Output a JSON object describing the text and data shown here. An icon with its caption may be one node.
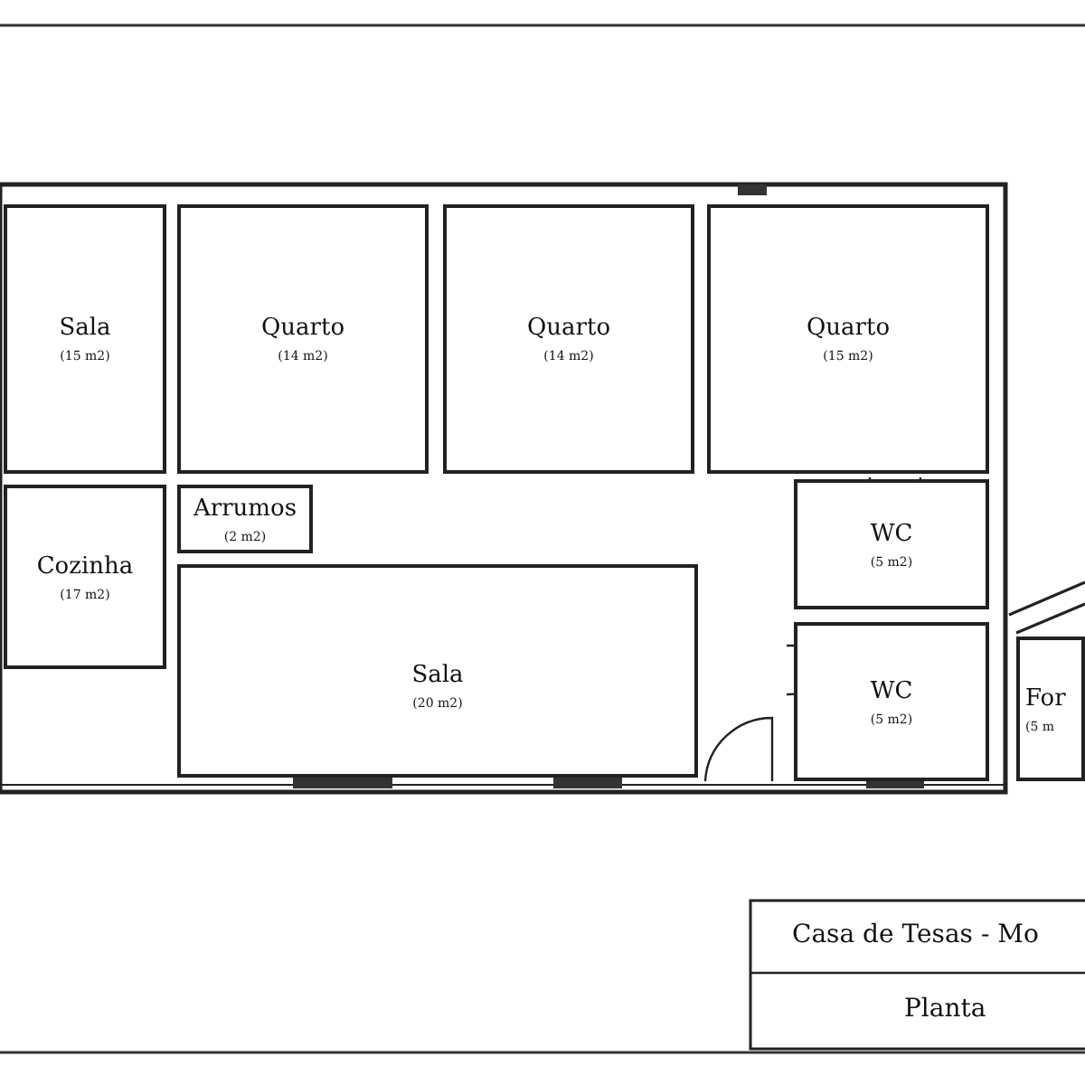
{
  "diagram": {
    "nodes": [
      {
        "text": [
          "Sala",
          "(15 m2)"
        ]
      },
      {
        "text": [
          "Quarto",
          "(14 m2)"
        ]
      },
      {
        "text": [
          "Quarto",
          "(14 m2)"
        ]
      },
      {
        "text": [
          "Quarto",
          "(15 m2)"
        ]
      },
      {
        "text": [
          "Arrumos",
          "(2 m2)"
        ]
      },
      {
        "text": [
          "Cozinha",
          "(17 m2)"
        ]
      },
      {
        "text": [
          "Sala",
          "(20 m2)"
        ]
      },
      {
        "text": [
          "WC",
          "(5 m2)"
        ]
      },
      {
        "text": [
          "WC",
          "(5 m2)"
        ]
      },
      {
        "text": [
          "For",
          "(5 m"
        ]
      }
    ],
    "edges": [],
    "labels": [
      "Casa de Tesas - Mo",
      "Planta"
    ]
  }
}
